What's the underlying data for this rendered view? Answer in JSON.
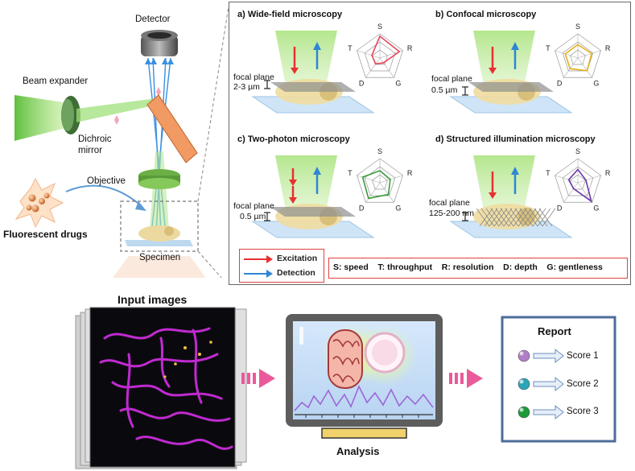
{
  "left": {
    "detector": "Detector",
    "beam_expander": "Beam expander",
    "dichroic_line1": "Dichroic",
    "dichroic_line2": "mirror",
    "objective": "Objective",
    "fluorescent_drugs": "Fluorescent drugs",
    "specimen": "Specimen"
  },
  "panels": [
    {
      "title": "a) Wide-field microscopy",
      "focal_label": "focal plane",
      "focal_value": "2-3 µm",
      "radar_color": "#e8475a",
      "radar_values": [
        0.9,
        0.85,
        0.25,
        0.3,
        0.35
      ]
    },
    {
      "title": "b) Confocal microscopy",
      "focal_label": "focal plane",
      "focal_value": "0.5 µm",
      "radar_color": "#e2b21e",
      "radar_values": [
        0.55,
        0.6,
        0.65,
        0.55,
        0.55
      ]
    },
    {
      "title": "c) Two-photon microscopy",
      "focal_label": "focal plane",
      "focal_value": "0.5 µm",
      "radar_color": "#3a9a3a",
      "radar_values": [
        0.5,
        0.45,
        0.6,
        0.8,
        0.75
      ]
    },
    {
      "title": "d) Structured illumination microscopy",
      "focal_label": "focal plane",
      "focal_value": "125-200 nm",
      "radar_color": "#6a3aa8",
      "radar_values": [
        0.55,
        0.35,
        0.95,
        0.3,
        0.4
      ]
    }
  ],
  "radar_axes": [
    "S",
    "R",
    "G",
    "D",
    "T"
  ],
  "legend": {
    "excitation": "Excitation",
    "detection": "Detection",
    "excitation_color": "#e83030",
    "detection_color": "#2f86d4",
    "keys": "S: speed    T: throughput    R: resolution    D: depth    G: gentleness"
  },
  "bottom": {
    "input_images": "Input images",
    "analysis": "Analysis",
    "report_title": "Report",
    "scores": [
      "Score 1",
      "Score 2",
      "Score 3"
    ],
    "score_colors": [
      "#b07fc6",
      "#2aa5b8",
      "#1f9a3a"
    ]
  }
}
